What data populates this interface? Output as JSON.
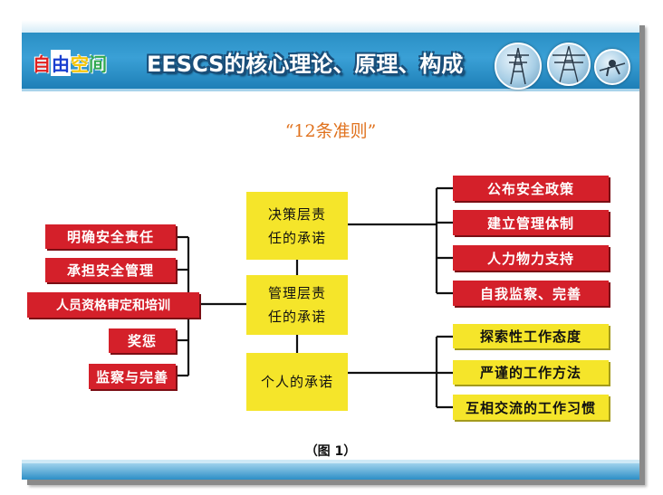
{
  "header": {
    "logo_chars": [
      "自",
      "由",
      "空",
      "间"
    ],
    "logo_colors": [
      "#e02020",
      "#1a3fd0",
      "#f5c400",
      "#2fa84f"
    ],
    "title": "EESCS的核心理论、原理、构成"
  },
  "subtitle": "“12条准则”",
  "center": {
    "items": [
      "决策层责任的承诺",
      "管理层责任的承诺",
      "个人的承诺"
    ],
    "lines": [
      [
        "决策层责",
        "任的承诺"
      ],
      [
        "管理层责",
        "任的承诺"
      ],
      [
        "个人的承诺"
      ]
    ]
  },
  "left": {
    "items": [
      "明确安全责任",
      "承担安全管理",
      "人员资格审定和培训",
      "奖惩",
      "监察与完善"
    ]
  },
  "right_top": {
    "items": [
      "公布安全政策",
      "建立管理体制",
      "人力物力支持",
      "自我监察、完善"
    ]
  },
  "right_bottom": {
    "items": [
      "探索性工作态度",
      "严谨的工作方法",
      "互相交流的工作习惯"
    ]
  },
  "caption": "（图 1）",
  "colors": {
    "red_box": "#d4202a",
    "yellow_box": "#f5e52a",
    "subtitle": "#e0721e",
    "header": "#2a8fc4"
  }
}
